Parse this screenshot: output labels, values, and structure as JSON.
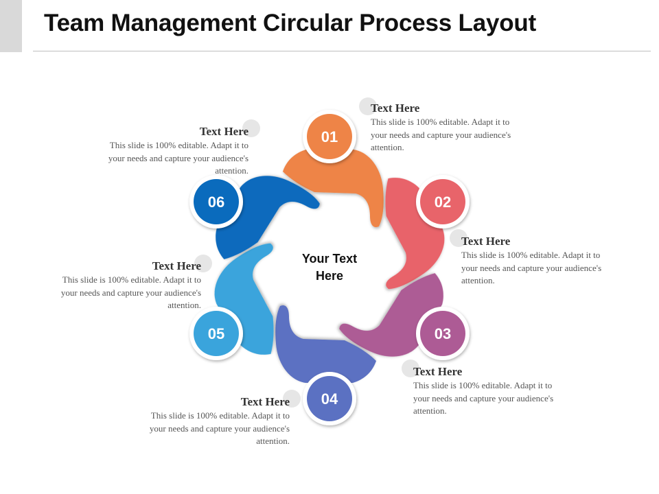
{
  "title": "Team Management Circular Process Layout",
  "center_text": "Your Text Here",
  "steps": [
    {
      "number": "01",
      "color": "#ee8447",
      "heading": "Text Here",
      "body": "This slide is 100% editable. Adapt it to your needs and capture your audience's attention."
    },
    {
      "number": "02",
      "color": "#e8646a",
      "heading": "Text Here",
      "body": "This slide is 100% editable. Adapt it to your needs and capture your audience's attention."
    },
    {
      "number": "03",
      "color": "#ad5b95",
      "heading": "Text Here",
      "body": "This slide is 100% editable. Adapt it to your needs and capture your audience's attention."
    },
    {
      "number": "04",
      "color": "#5b71c2",
      "heading": "Text Here",
      "body": "This slide is 100% editable. Adapt it to your needs and capture your audience's attention."
    },
    {
      "number": "05",
      "color": "#3aa4dc",
      "heading": "Text Here",
      "body": "This slide is 100% editable. Adapt it to your needs and capture your audience's attention."
    },
    {
      "number": "06",
      "color": "#0a6bbd",
      "heading": "Text Here",
      "body": "This slide is 100% editable. Adapt it to your needs and capture your audience's attention."
    }
  ]
}
